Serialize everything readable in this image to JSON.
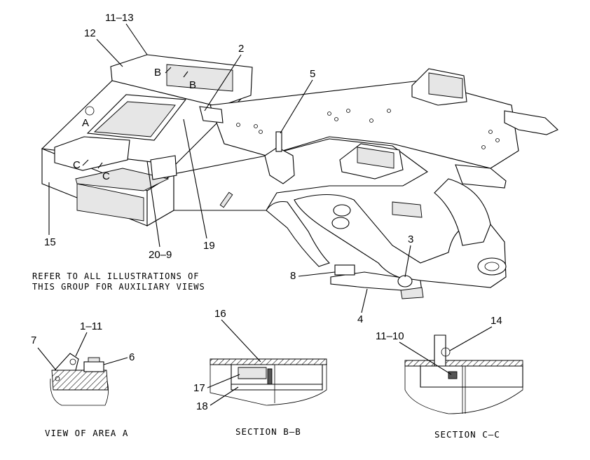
{
  "callouts": {
    "c11_13": "11–13",
    "c12": "12",
    "c2": "2",
    "c5": "5",
    "c15": "15",
    "c20_9": "20–9",
    "c19": "19",
    "c3": "3",
    "c8": "8",
    "c4": "4",
    "c1_11": "1–11",
    "c7": "7",
    "c6": "6",
    "c16": "16",
    "c17": "17",
    "c18": "18",
    "c14": "14",
    "c11_10": "11–10"
  },
  "section_marks": {
    "b_left": "B",
    "b_right": "B",
    "c_left": "C",
    "c_right": "C",
    "a_mark": "A"
  },
  "note": {
    "line1": "REFER TO ALL ILLUSTRATIONS OF",
    "line2": "THIS GROUP FOR AUXILIARY VIEWS"
  },
  "captions": {
    "view_a": "VIEW OF AREA A",
    "section_bb": "SECTION B–B",
    "section_cc": "SECTION C–C"
  }
}
